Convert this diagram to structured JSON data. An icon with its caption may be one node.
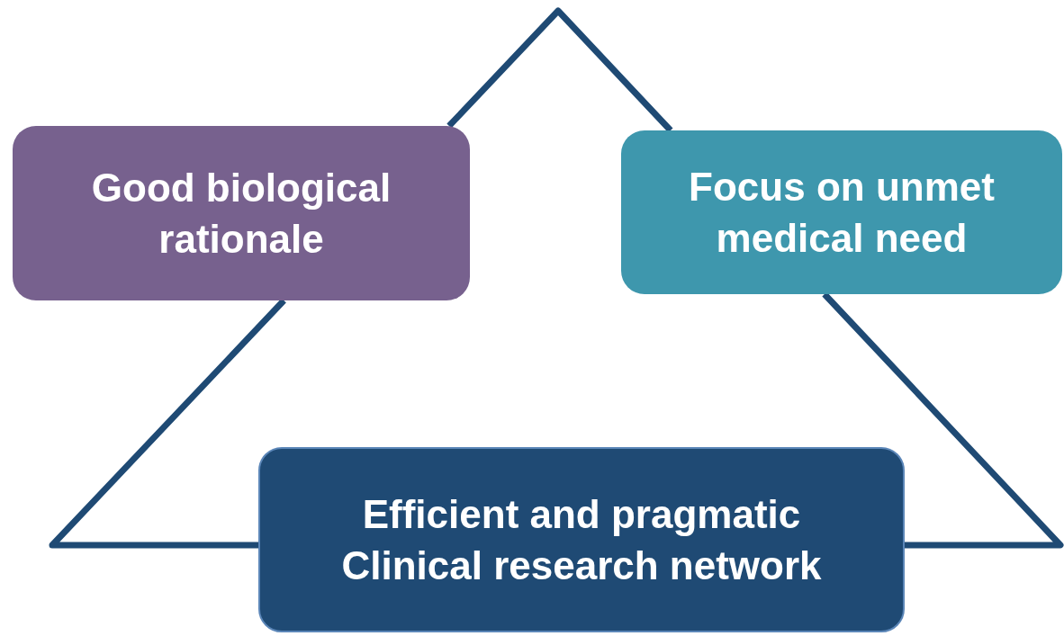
{
  "diagram": {
    "nodes": [
      {
        "text": [
          "Good biological rationale"
        ]
      },
      {
        "text": [
          "Focus on unmet medical need"
        ]
      },
      {
        "text": [
          "Efficient and pragmatic Clinical research network"
        ]
      }
    ],
    "edges": [
      {
        "from": 0,
        "to": 1,
        "arrow": "none"
      },
      {
        "from": 1,
        "to": 2,
        "arrow": "none"
      },
      {
        "from": 2,
        "to": 0,
        "arrow": "none"
      }
    ]
  }
}
